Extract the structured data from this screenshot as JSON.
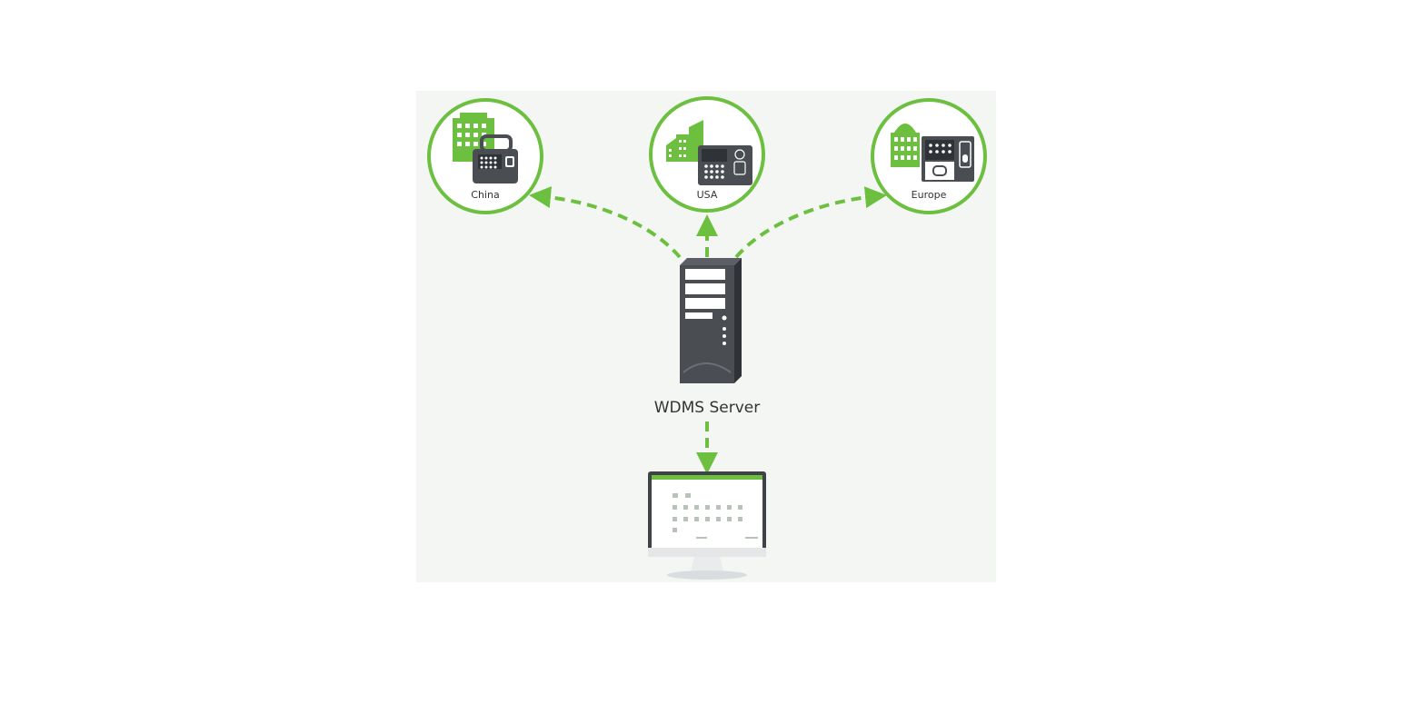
{
  "diagram": {
    "server": {
      "label": "WDMS Server",
      "icon": "server-tower-icon"
    },
    "client": {
      "icon": "desktop-monitor-icon"
    },
    "sites": [
      {
        "label": "China",
        "icon": "office-building-icon",
        "device": "time-attendance-terminal-icon"
      },
      {
        "label": "USA",
        "icon": "office-building-icon",
        "device": "keypad-terminal-icon"
      },
      {
        "label": "Europe",
        "icon": "office-building-icon",
        "device": "face-recognition-terminal-icon"
      }
    ],
    "colors": {
      "accent": "#6cbf3f",
      "device": "#4a4d52",
      "panel": "#f3f6f3"
    }
  }
}
